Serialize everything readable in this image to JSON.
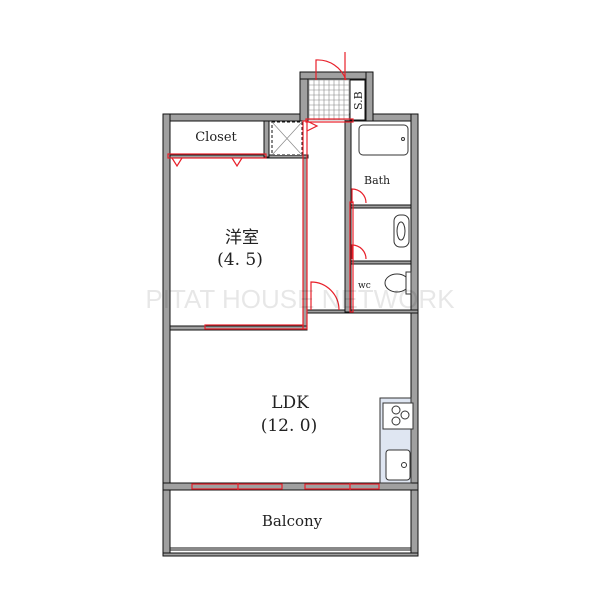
{
  "floorplan": {
    "rooms": {
      "closet": "Closet",
      "western_room": "洋室",
      "western_room_size": "(4. 5)",
      "ldk": "LDK",
      "ldk_size": "(12. 0)",
      "bath": "Bath",
      "wc": "wc",
      "shoe_box": "S.B",
      "balcony": "Balcony"
    },
    "watermark": "PITAT HOUSE NETWORK",
    "colors": {
      "wall": "#a0a0a0",
      "door": "#e8202a",
      "kitchen": "#dfe6f2"
    }
  }
}
